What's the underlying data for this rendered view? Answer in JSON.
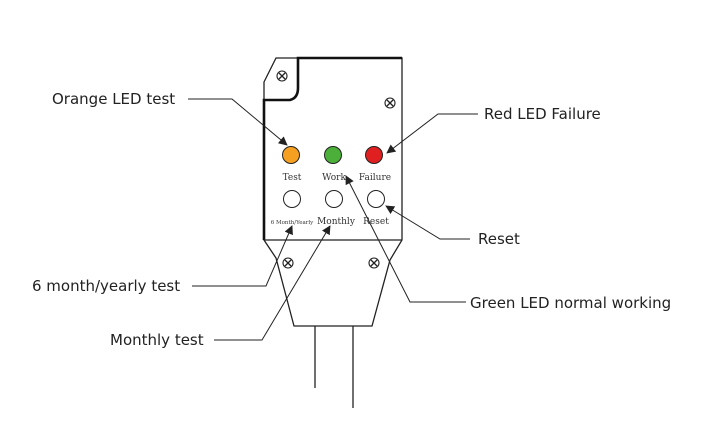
{
  "callouts": {
    "orange_led": "Orange LED test",
    "red_led": "Red LED Failure",
    "reset": "Reset",
    "six_month": "6 month/yearly test",
    "green_led": "Green LED normal working",
    "monthly": "Monthly test"
  },
  "panel_labels": {
    "test": "Test",
    "work": "Work",
    "failure": "Failure",
    "six_month_yearly": "6 Month/Yearly",
    "monthly": "Monthly",
    "reset": "Reset"
  },
  "colors": {
    "orange_led": "#f5a020",
    "green_led": "#4caf3a",
    "red_led": "#e02020",
    "line": "#222222"
  },
  "icons": {
    "screw": "screw-icon",
    "arrow": "arrow-head-icon"
  }
}
